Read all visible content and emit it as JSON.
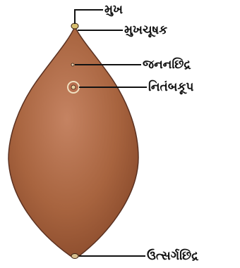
{
  "colors": {
    "body": "#a3603f",
    "body_light": "#c07a57",
    "body_edge": "#5a3020",
    "leader_line": "#111111"
  },
  "labels": {
    "mouth": "મુખ",
    "oral_sucker": "મુખચૂષક",
    "genital_pore": "જનનછિદ્ર",
    "ventral_sucker": "નિતંબકૂપ",
    "excretory_pore": "ઉત્સર્ગછિદ્ર"
  }
}
